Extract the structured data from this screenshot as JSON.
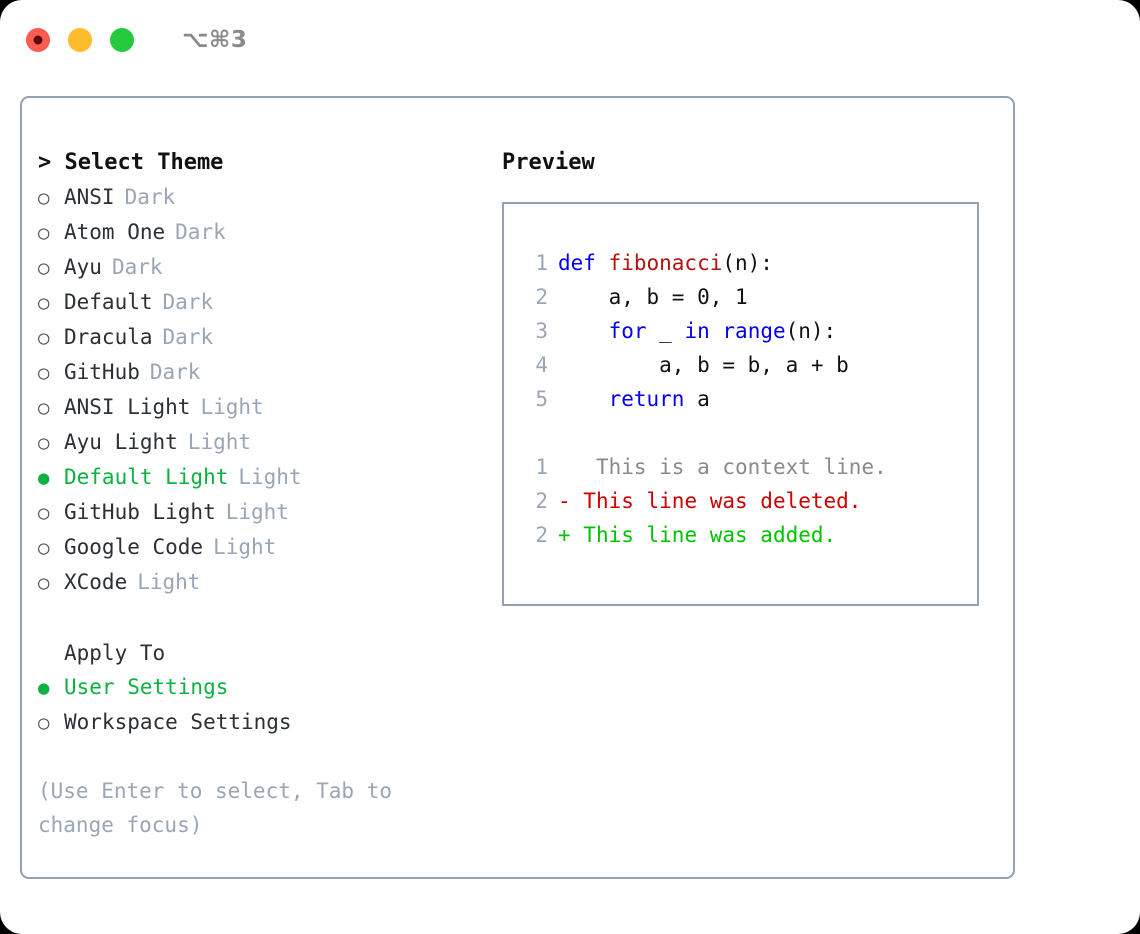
{
  "window": {
    "shortcut": "⌥⌘3",
    "traffic_lights": [
      "close-red",
      "minimize-yellow",
      "maximize-green"
    ]
  },
  "theme_picker": {
    "header": "> Select Theme",
    "items": [
      {
        "marker": "○",
        "label": "ANSI",
        "tag": "Dark",
        "selected": false
      },
      {
        "marker": "○",
        "label": "Atom One",
        "tag": "Dark",
        "selected": false
      },
      {
        "marker": "○",
        "label": "Ayu",
        "tag": "Dark",
        "selected": false
      },
      {
        "marker": "○",
        "label": "Default",
        "tag": "Dark",
        "selected": false
      },
      {
        "marker": "○",
        "label": "Dracula",
        "tag": "Dark",
        "selected": false
      },
      {
        "marker": "○",
        "label": "GitHub",
        "tag": "Dark",
        "selected": false
      },
      {
        "marker": "○",
        "label": "ANSI Light",
        "tag": "Light",
        "selected": false
      },
      {
        "marker": "○",
        "label": "Ayu Light",
        "tag": "Light",
        "selected": false
      },
      {
        "marker": "●",
        "label": "Default Light",
        "tag": "Light",
        "selected": true
      },
      {
        "marker": "○",
        "label": "GitHub Light",
        "tag": "Light",
        "selected": false
      },
      {
        "marker": "○",
        "label": "Google Code",
        "tag": "Light",
        "selected": false
      },
      {
        "marker": "○",
        "label": "XCode",
        "tag": "Light",
        "selected": false
      }
    ]
  },
  "apply_to": {
    "header": "Apply To",
    "options": [
      {
        "marker": "●",
        "label": "User Settings",
        "selected": true
      },
      {
        "marker": "○",
        "label": "Workspace Settings",
        "selected": false
      }
    ]
  },
  "hint": "(Use Enter to select, Tab to change focus)",
  "preview": {
    "title": "Preview",
    "code_lines": [
      {
        "lineno": "1",
        "tokens": [
          {
            "text": "def ",
            "kind": "kw"
          },
          {
            "text": "fibonacci",
            "kind": "fn"
          },
          {
            "text": "(n):",
            "kind": "pl"
          }
        ]
      },
      {
        "lineno": "2",
        "tokens": [
          {
            "text": "    a, b = 0, 1",
            "kind": "pl"
          }
        ]
      },
      {
        "lineno": "3",
        "tokens": [
          {
            "text": "    ",
            "kind": "pl"
          },
          {
            "text": "for",
            "kind": "kw"
          },
          {
            "text": " _ ",
            "kind": "pl"
          },
          {
            "text": "in",
            "kind": "kw"
          },
          {
            "text": " ",
            "kind": "pl"
          },
          {
            "text": "range",
            "kind": "kw"
          },
          {
            "text": "(n):",
            "kind": "pl"
          }
        ]
      },
      {
        "lineno": "4",
        "tokens": [
          {
            "text": "        a, b = b, a + b",
            "kind": "pl"
          }
        ]
      },
      {
        "lineno": "5",
        "tokens": [
          {
            "text": "    ",
            "kind": "pl"
          },
          {
            "text": "return",
            "kind": "kw"
          },
          {
            "text": " a",
            "kind": "pl"
          }
        ]
      }
    ],
    "diff_lines": [
      {
        "lineno": "1",
        "sign": " ",
        "text": "  This is a context line.",
        "kind": "ctx"
      },
      {
        "lineno": "2",
        "sign": "-",
        "text": " This line was deleted.",
        "kind": "del"
      },
      {
        "lineno": "2",
        "sign": "+",
        "text": " This line was added.",
        "kind": "add"
      }
    ]
  },
  "colors": {
    "accent_green": "#0bb23f",
    "diff_add": "#00c400",
    "diff_del": "#cc0000",
    "keyword_blue": "#0000ee",
    "function_red": "#b11212",
    "muted": "#9aa5b5",
    "border": "#95a0b1"
  }
}
